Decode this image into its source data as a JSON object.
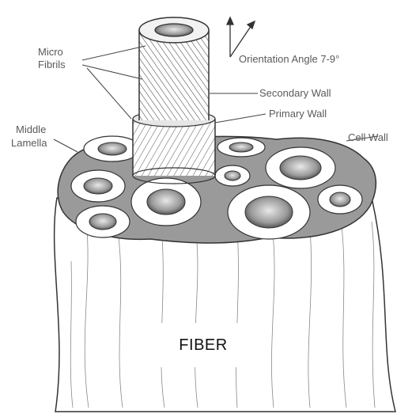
{
  "labels": {
    "micro_fibrils": [
      "Micro",
      "Fibrils"
    ],
    "orientation_angle": "Orientation Angle 7-9°",
    "secondary_wall": "Secondary Wall",
    "primary_wall": "Primary Wall",
    "middle_lamella": [
      "Middle",
      "Lamella"
    ],
    "cell_wall": "Cell Wall"
  },
  "caption": "FIBER",
  "colors": {
    "line": "#333333",
    "lamella": "#9a9a9a",
    "cell": "#ffffff",
    "lumen": "#7a7a7a"
  }
}
